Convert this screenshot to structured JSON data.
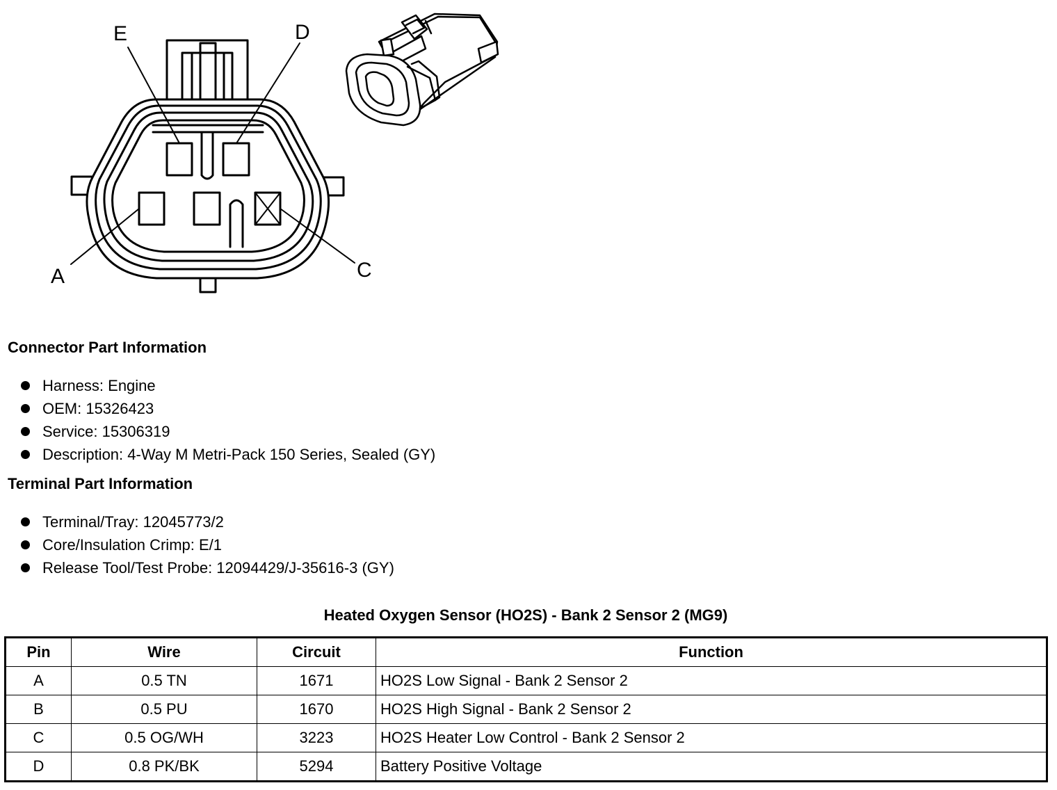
{
  "diagram": {
    "pin_labels": {
      "A": "A",
      "C": "C",
      "D": "D",
      "E": "E"
    }
  },
  "connector_info": {
    "heading": "Connector Part Information",
    "items": [
      "Harness: Engine",
      "OEM: 15326423",
      "Service: 15306319",
      "Description: 4-Way M Metri-Pack 150 Series, Sealed (GY)"
    ]
  },
  "terminal_info": {
    "heading": "Terminal Part Information",
    "items": [
      "Terminal/Tray: 12045773/2",
      "Core/Insulation Crimp: E/1",
      "Release Tool/Test Probe: 12094429/J-35616-3 (GY)"
    ]
  },
  "pin_table": {
    "title": "Heated Oxygen Sensor (HO2S) - Bank 2 Sensor 2 (MG9)",
    "headers": {
      "pin": "Pin",
      "wire": "Wire",
      "circuit": "Circuit",
      "function": "Function"
    },
    "rows": [
      {
        "pin": "A",
        "wire": "0.5 TN",
        "circuit": "1671",
        "function": "HO2S Low Signal - Bank 2 Sensor 2"
      },
      {
        "pin": "B",
        "wire": "0.5 PU",
        "circuit": "1670",
        "function": "HO2S High Signal - Bank 2 Sensor 2"
      },
      {
        "pin": "C",
        "wire": "0.5 OG/WH",
        "circuit": "3223",
        "function": "HO2S Heater Low Control - Bank 2 Sensor 2"
      },
      {
        "pin": "D",
        "wire": "0.8 PK/BK",
        "circuit": "5294",
        "function": "Battery Positive Voltage"
      }
    ]
  }
}
